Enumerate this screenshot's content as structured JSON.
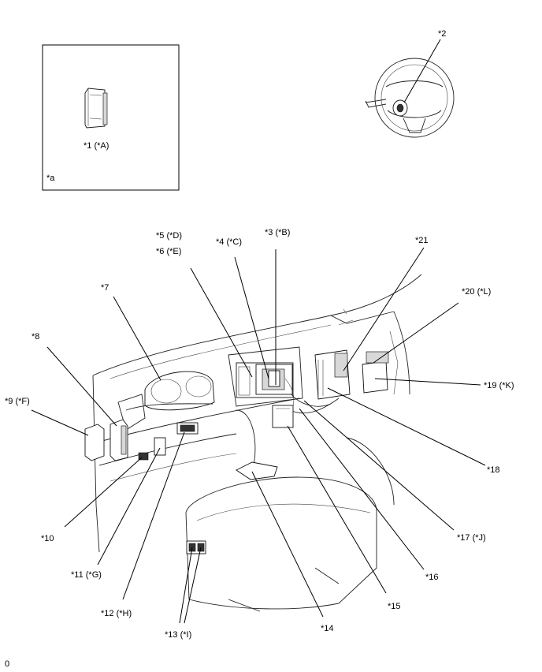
{
  "labels": {
    "l1": "*1 (*A)",
    "la": "*a",
    "l2": "*2",
    "l3": "*3 (*B)",
    "l4": "*4 (*C)",
    "l5": "*5 (*D)",
    "l6": "*6 (*E)",
    "l7": "*7",
    "l8": "*8",
    "l9": "*9 (*F)",
    "l10": "*10",
    "l11": "*11 (*G)",
    "l12": "*12 (*H)",
    "l13": "*13 (*I)",
    "l14": "*14",
    "l15": "*15",
    "l16": "*16",
    "l17": "*17 (*J)",
    "l18": "*18",
    "l19": "*19 (*K)",
    "l20": "*20 (*L)",
    "l21": "*21"
  },
  "footer": "0"
}
